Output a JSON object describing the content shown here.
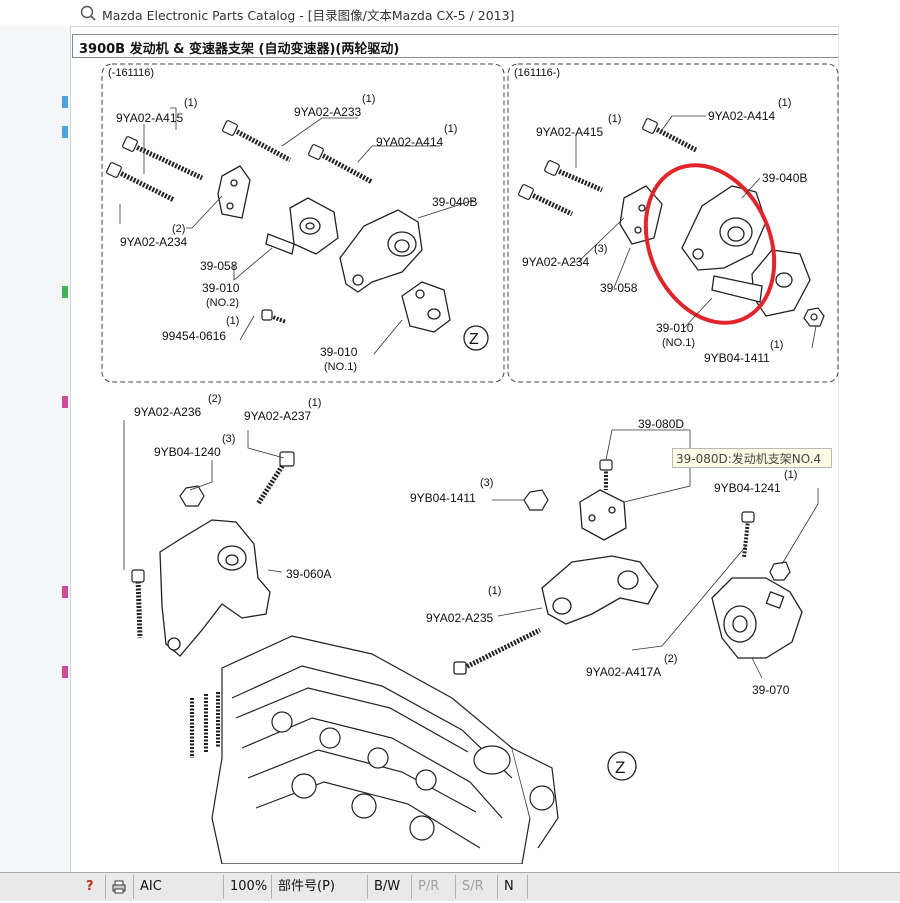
{
  "window": {
    "title": "Mazda Electronic Parts Catalog - [目录图像/文本Mazda CX-5 / 2013]"
  },
  "header": {
    "section": "3900B  发动机 & 变速器支架 (自动变速器)(两轮驱动)"
  },
  "diagram": {
    "left_panel": {
      "range_label": "(-161116)",
      "callouts": [
        {
          "part": "9YA02-A415",
          "qty": "(1)"
        },
        {
          "part": "9YA02-A233",
          "qty": "(1)"
        },
        {
          "part": "9YA02-A414",
          "qty": "(1)"
        },
        {
          "part": "39-040B",
          "qty": ""
        },
        {
          "part": "9YA02-A234",
          "qty": "(2)"
        },
        {
          "part": "39-058",
          "qty": ""
        },
        {
          "part": "39-010",
          "qty": "(NO.2)"
        },
        {
          "part": "99454-0616",
          "qty": "(1)"
        },
        {
          "part": "39-010",
          "qty": "(NO.1)"
        }
      ],
      "zone_marker": "Z"
    },
    "right_panel": {
      "range_label": "(161116-)",
      "callouts": [
        {
          "part": "9YA02-A414",
          "qty": "(1)"
        },
        {
          "part": "9YA02-A415",
          "qty": "(1)"
        },
        {
          "part": "39-040B",
          "qty": ""
        },
        {
          "part": "9YA02-A234",
          "qty": "(3)"
        },
        {
          "part": "39-058",
          "qty": ""
        },
        {
          "part": "39-010",
          "qty": "(NO.1)"
        },
        {
          "part": "9YB04-1411",
          "qty": "(1)"
        }
      ]
    },
    "lower": {
      "callouts": [
        {
          "part": "9YA02-A236",
          "qty": "(2)"
        },
        {
          "part": "9YA02-A237",
          "qty": "(1)"
        },
        {
          "part": "9YB04-1240",
          "qty": "(3)"
        },
        {
          "part": "39-060A",
          "qty": ""
        },
        {
          "part": "39-080D",
          "qty": ""
        },
        {
          "part": "9YB04-1411",
          "qty": "(3)"
        },
        {
          "part": "9YB04-1241",
          "qty": "(1)"
        },
        {
          "part": "9YA02-A235",
          "qty": "(1)"
        },
        {
          "part": "9YA02-A417A",
          "qty": "(2)"
        },
        {
          "part": "39-070",
          "qty": ""
        }
      ],
      "zone_marker": "Z"
    },
    "tooltip": "39-080D:发动机支架NO.4",
    "highlight_color": "#e0262b"
  },
  "statusbar": {
    "help": "?",
    "print_icon": "printer-icon",
    "aic": "AIC",
    "zoom": "100%",
    "part_number": "部件号(P)",
    "bw": "B/W",
    "pr": "P/R",
    "sr": "S/R",
    "n": "N"
  }
}
